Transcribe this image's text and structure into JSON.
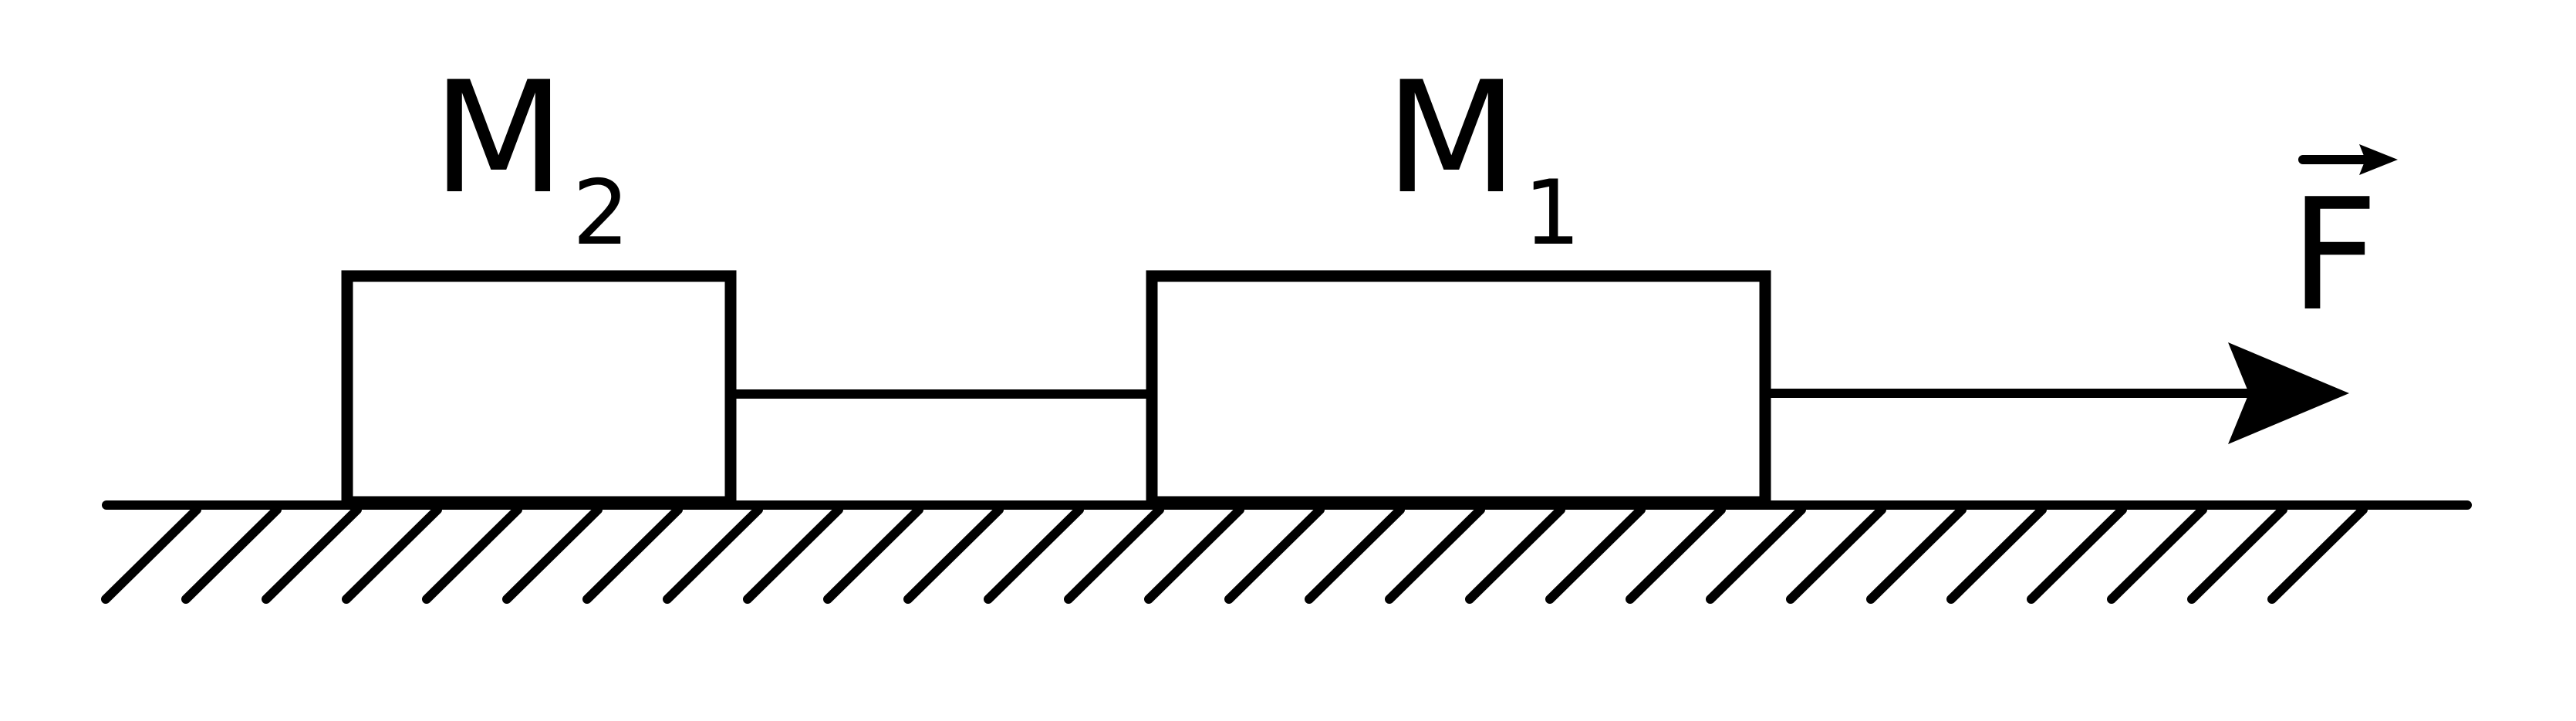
{
  "diagram": {
    "block_left": {
      "label_main": "M",
      "label_sub": "2"
    },
    "block_right": {
      "label_main": "M",
      "label_sub": "1"
    },
    "force": {
      "label": "F",
      "has_vector_arrow": true
    },
    "connector": "string",
    "surface": "hatched-ground",
    "colors": {
      "line": "#000000",
      "background": "#ffffff"
    }
  }
}
